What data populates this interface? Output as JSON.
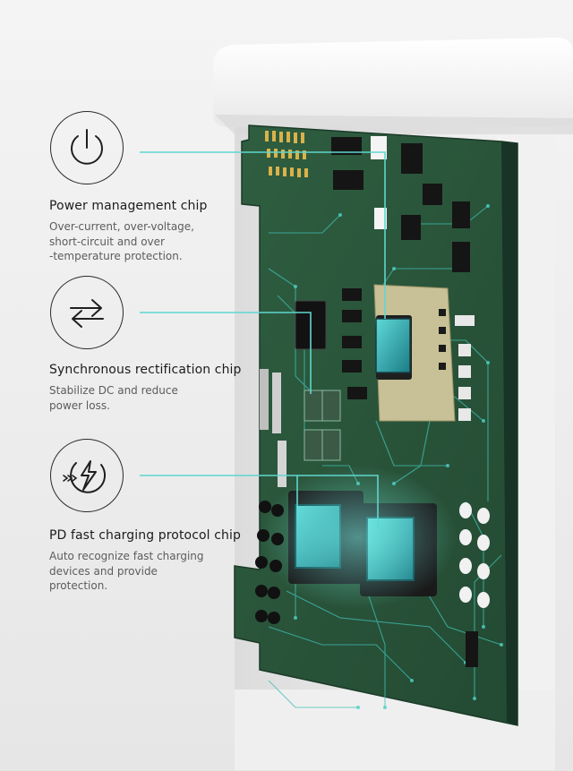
{
  "features": [
    {
      "icon": "power-icon",
      "title": "Power management chip",
      "desc": [
        "Over-current, over-voltage,",
        "short-circuit and over",
        "-temperature protection."
      ]
    },
    {
      "icon": "sync-arrows-icon",
      "title": "Synchronous rectification chip",
      "desc": [
        "Stabilize DC and reduce",
        "power loss."
      ]
    },
    {
      "icon": "fast-charge-icon",
      "title": "PD fast charging protocol chip",
      "desc": [
        "Auto recognize fast charging",
        "devices and provide",
        "protection."
      ]
    }
  ],
  "colors": {
    "pcb": "#2d5a3e",
    "pcb_dark": "#1f4530",
    "trace": "#5fd6cf",
    "chip": "#2aa0a6",
    "housing": "#f7f7f7"
  }
}
